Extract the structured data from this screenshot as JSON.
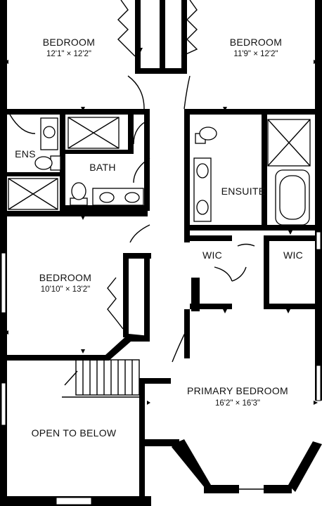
{
  "rooms": {
    "bedroom_nw": {
      "name": "BEDROOM",
      "size": "12'1\" × 12'2\""
    },
    "bedroom_ne": {
      "name": "BEDROOM",
      "size": "11'9\" × 12'2\""
    },
    "bedroom_w": {
      "name": "BEDROOM",
      "size": "10'10\" × 13'2\""
    },
    "primary_bedroom": {
      "name": "PRIMARY BEDROOM",
      "size": "16'2\" × 16'3\""
    },
    "ens": {
      "name": "ENS"
    },
    "bath": {
      "name": "BATH"
    },
    "ensuite": {
      "name": "ENSUITE"
    },
    "wic_left": {
      "name": "WIC"
    },
    "wic_right": {
      "name": "WIC"
    },
    "open_to_below": {
      "name": "OPEN TO BELOW"
    }
  }
}
